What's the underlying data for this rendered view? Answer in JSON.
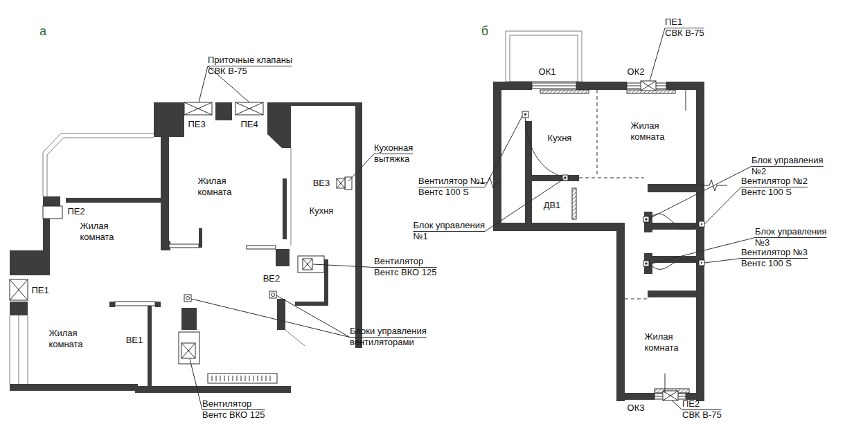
{
  "diagram": {
    "labels": [
      "а",
      "Приточные клапаны СВК В-75",
      "ПЕ3",
      "ПЕ4",
      "Кухонная вытяжка",
      "ВЕ3",
      "ПЕ2",
      "Жилая комната",
      "Жилая комната",
      "Кухня",
      "Вентилятор Вентс ВКО 125",
      "ВЕ2",
      "ПЕ1",
      "Жилая комната",
      "ВЕ1",
      "Блоки управления вентиляторами",
      "Вентилятор Вентс ВКО 125",
      "б",
      "ПЕ1 СВК В-75",
      "ОК1",
      "ОК2",
      "Кухня",
      "Жилая комната",
      "Вентилятор №1 Вентс 100 S",
      "Блок управления №2",
      "Вентилятор №2 Вентс 100 S",
      "Блок управления №1",
      "ДВ1",
      "Блок управления №3",
      "Вентилятор №3 Вентс 100 S",
      "Жилая комната",
      "ОК3",
      "ПЕ2 СВК В-75"
    ]
  }
}
